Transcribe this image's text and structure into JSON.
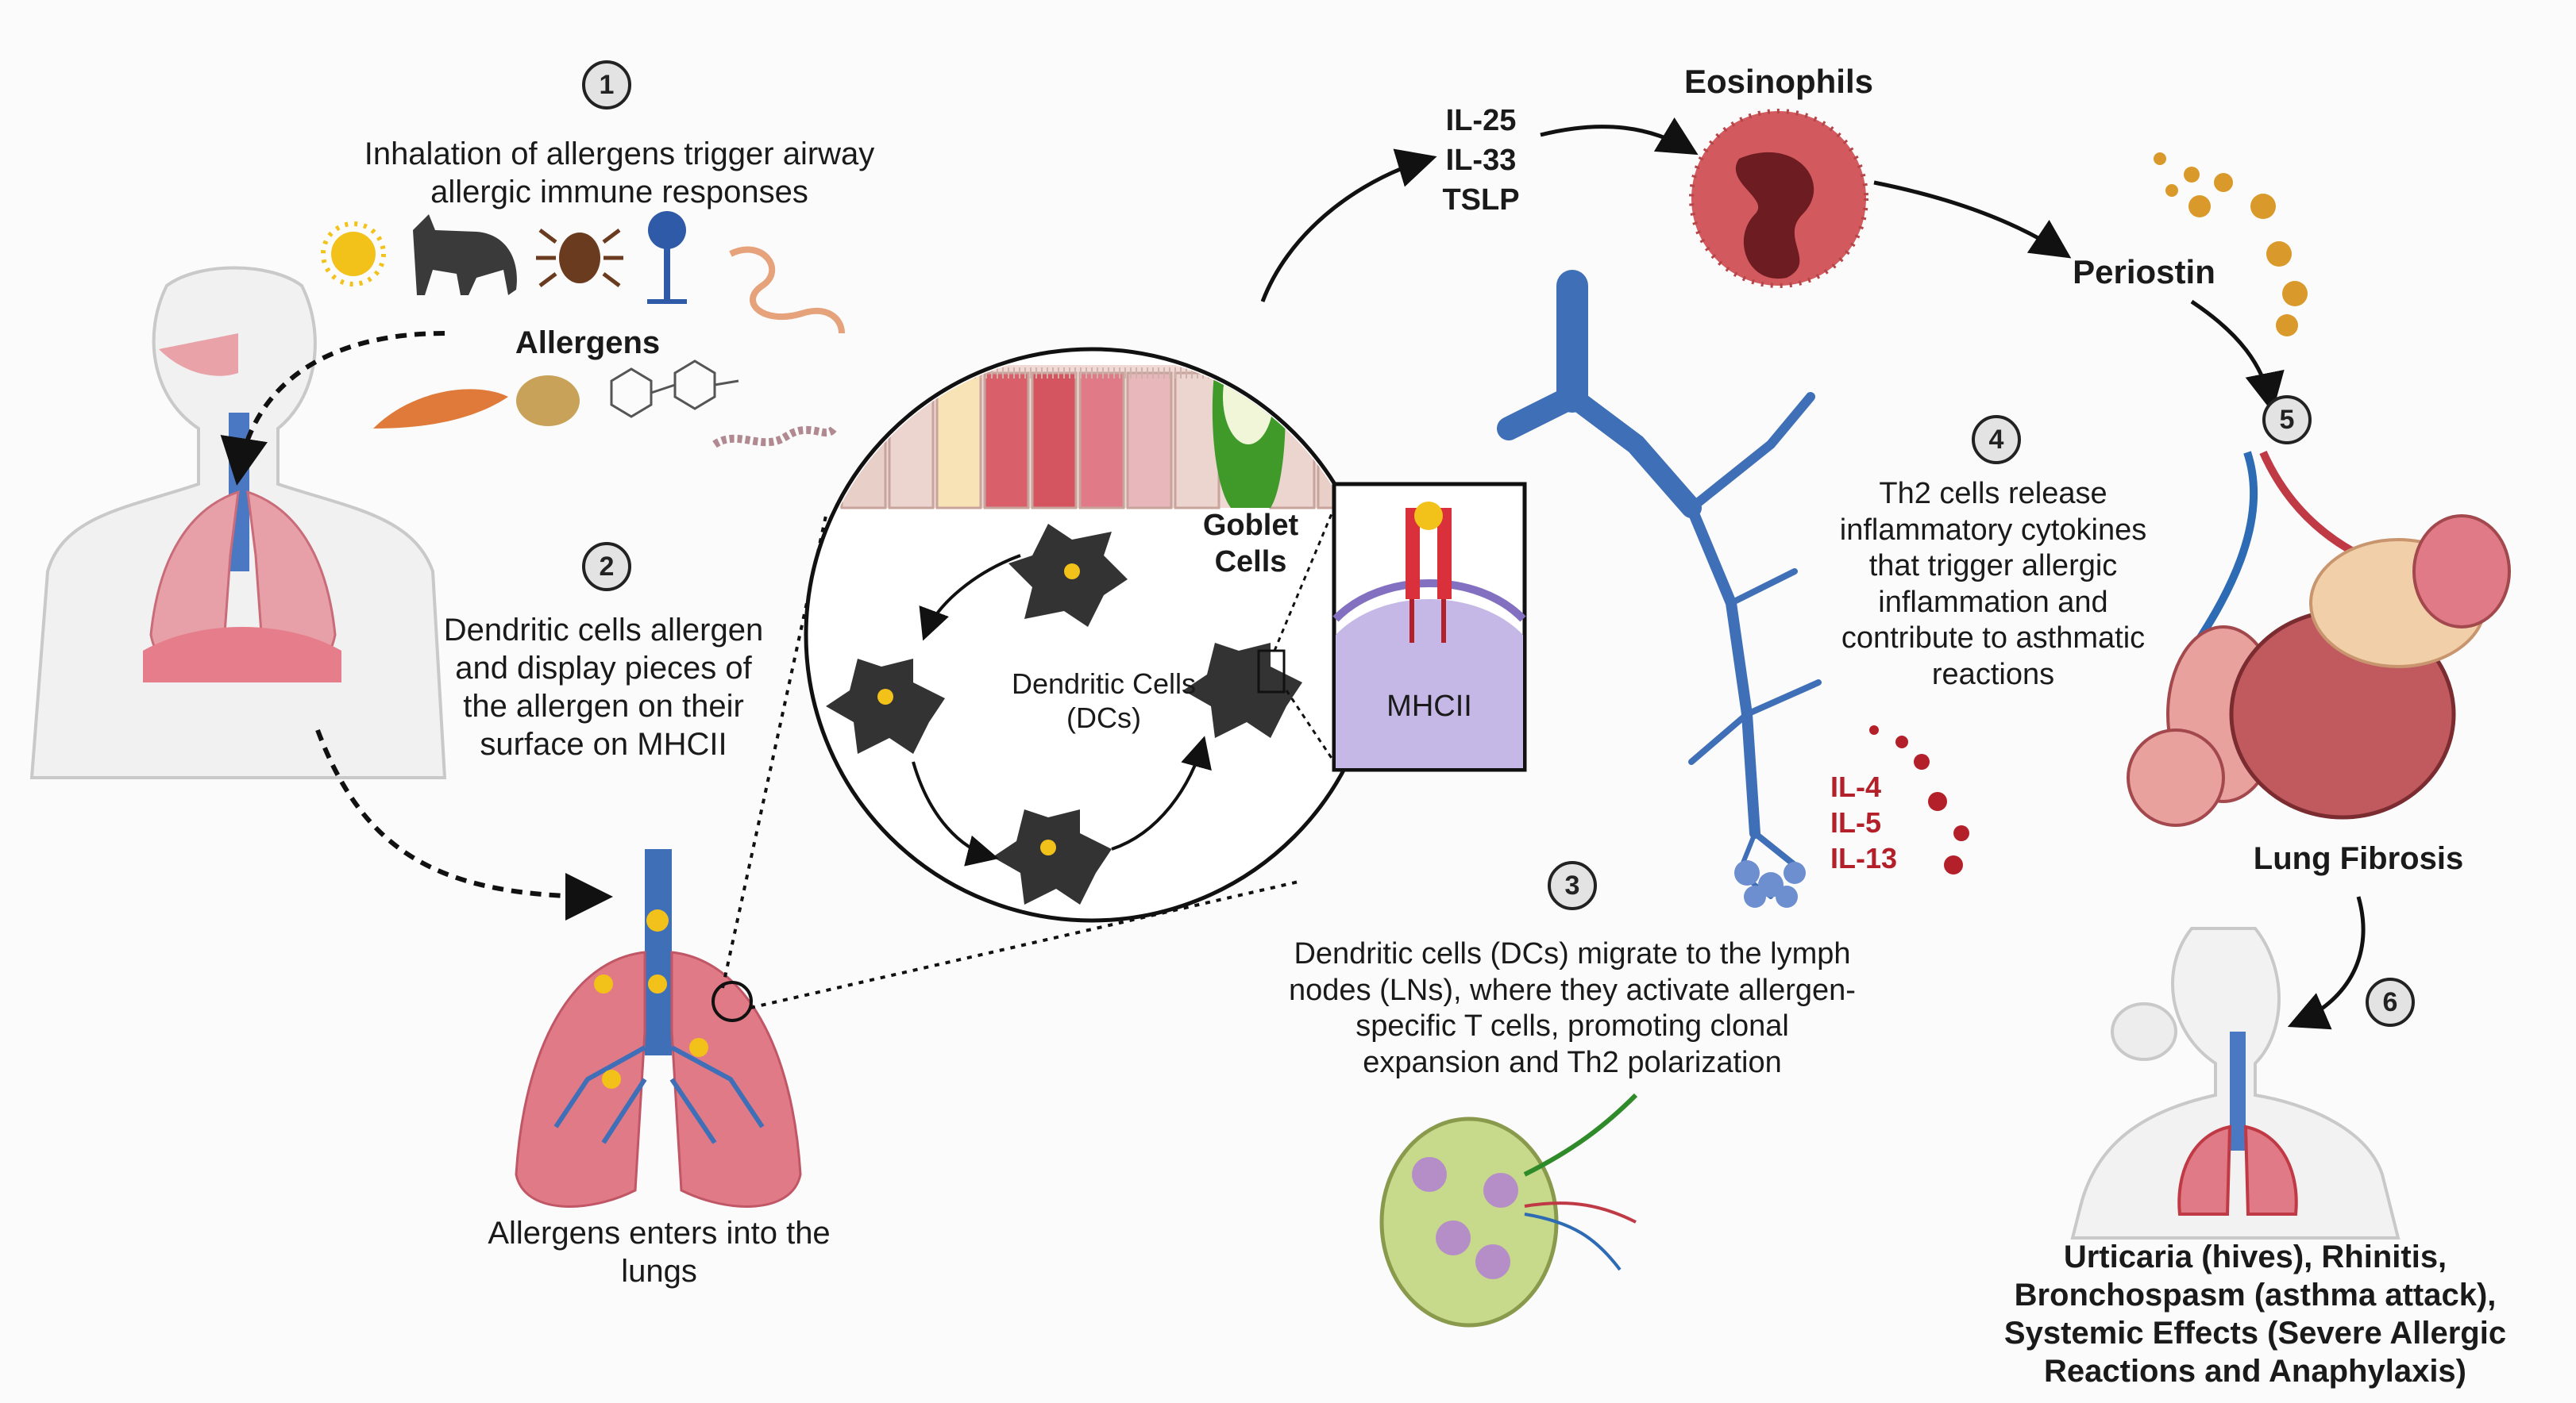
{
  "steps": [
    {
      "num": "1",
      "text": "Inhalation of allergens  trigger airway allergic immune responses"
    },
    {
      "num": "2",
      "text": "Dendritic cells allergen and display pieces of the allergen on their surface on MHCII"
    },
    {
      "num": "3",
      "text": "Dendritic cells (DCs) migrate to the lymph nodes (LNs), where they activate allergen-specific T cells, promoting clonal expansion and Th2 polarization"
    },
    {
      "num": "4",
      "text": "Th2 cells release inflammatory cytokines that trigger allergic inflammation and contribute to asthmatic reactions"
    },
    {
      "num": "5"
    },
    {
      "num": "6"
    }
  ],
  "labels": {
    "allergens": "Allergens",
    "allergens_enter": "Allergens enters into the lungs",
    "goblet_cells": "Goblet Cells",
    "dendritic_cells": "Dendritic Cells (DCs)",
    "mhcii": "MHCII",
    "eosinophils": "Eosinophils",
    "periostin": "Periostin",
    "lung_fibrosis": "Lung Fibrosis",
    "outcome": "Urticaria (hives), Rhinitis, Bronchospasm (asthma attack), Systemic Effects (Severe Allergic Reactions and Anaphylaxis)"
  },
  "cytokines_epithelial": [
    "IL-25",
    "IL-33",
    "TSLP"
  ],
  "cytokines_th2": [
    "IL-4",
    "IL-5",
    "IL-13"
  ],
  "colors": {
    "cytokine_red": "#b3202a",
    "lung_pink": "#e07a86",
    "airway_blue": "#3f6fb6",
    "goblet_green": "#3f9a2a",
    "mhcii_purple": "#c6b8e6",
    "dc_dark": "#333333",
    "allergen_yellow": "#f2c21b"
  }
}
